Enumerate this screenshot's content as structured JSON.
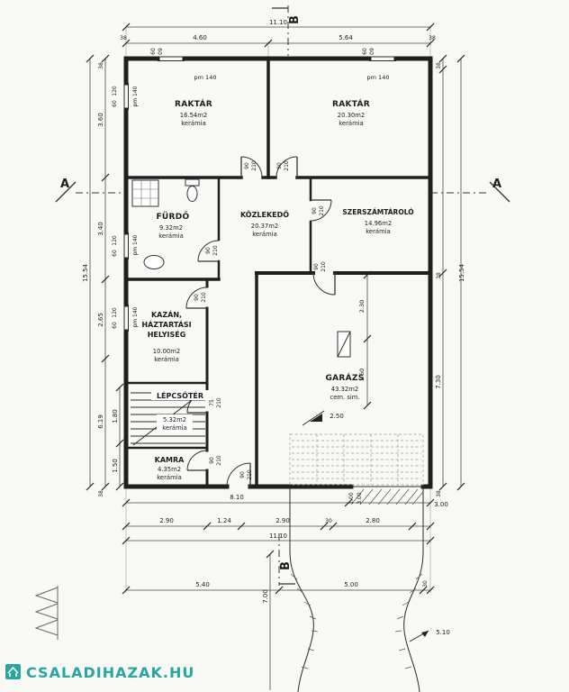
{
  "watermark": {
    "text": "CSALADIHAZAK.HU"
  },
  "sections": {
    "a": "A",
    "b": "B"
  },
  "rooms": {
    "raktar_left": {
      "name": "RAKTÁR",
      "area": "16.54m2",
      "finish": "kerámia"
    },
    "raktar_right": {
      "name": "RAKTÁR",
      "area": "20.30m2",
      "finish": "kerámia"
    },
    "furdo": {
      "name": "FÜRDŐ",
      "area": "9.32m2",
      "finish": "kerámia"
    },
    "kozlekedo": {
      "name": "KÖZLEKEDŐ",
      "area": "20.37m2",
      "finish": "kerámia"
    },
    "szerszamtarolo": {
      "name": "SZERSZÁMTÁROLÓ",
      "area": "14.96m2",
      "finish": "kerámia"
    },
    "kazan": {
      "line1": "KAZÁN,",
      "line2": "HÁZTARTÁSI",
      "line3": "HELYISÉG",
      "area": "10.00m2",
      "finish": "kerámia"
    },
    "garazs": {
      "name": "GARÁZS",
      "area": "43.32m2",
      "finish": "cem. sim."
    },
    "lepcsoter": {
      "name": "LÉPCSŐTÉR",
      "area": "5.32m2",
      "finish": "kerámia"
    },
    "kamra": {
      "name": "KAMRA",
      "area": "4.35m2",
      "finish": "kerámia"
    }
  },
  "dims": {
    "w1110": "11.10",
    "t460": "4.60",
    "t564": "5.64",
    "d38": "38",
    "d30": "30",
    "l1554": "15.54",
    "l360": "3.60",
    "l340": "3.40",
    "l265": "2.65",
    "l619": "6.19",
    "s180": "1.80",
    "s150": "1.50",
    "r730": "7.30",
    "b810": "8.10",
    "b300": "3.00",
    "b290": "2.90",
    "b124": "1.24",
    "b280": "2.80",
    "v540": "5.40",
    "v500": "5.00",
    "v700": "7.00",
    "slope250": "2.50",
    "drend": "5.10",
    "g230": "2.30",
    "g160": "1.60",
    "g100": "1.00",
    "d90": "90",
    "d210": "210",
    "d75": "75",
    "w120": "120",
    "w60": "60",
    "w09": "09",
    "pm140": "pm 140"
  }
}
